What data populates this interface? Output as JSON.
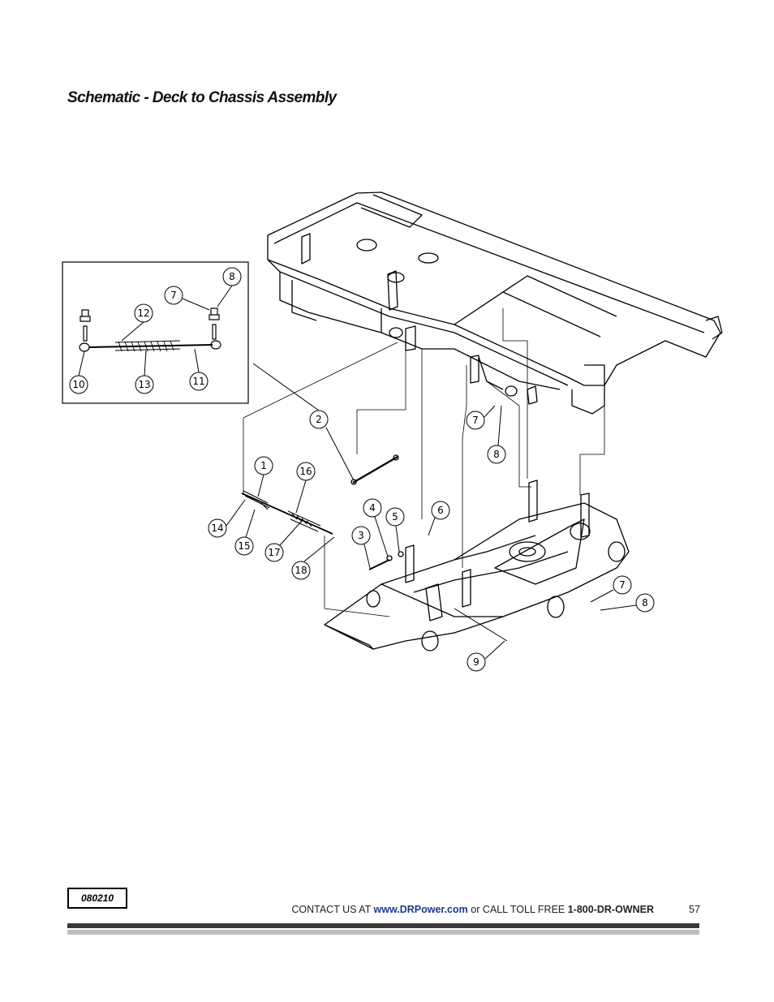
{
  "page": {
    "title": "Schematic - Deck to Chassis Assembly",
    "doc_code": "080210",
    "page_number": "57"
  },
  "footer": {
    "prefix": "CONTACT US AT ",
    "website": "www.DRPower.com",
    "middle": " or CALL TOLL FREE ",
    "phone": "1-800-DR-OWNER"
  },
  "callouts": {
    "inset": [
      "8",
      "7",
      "12",
      "10",
      "13",
      "11"
    ],
    "main": [
      "2",
      "7",
      "8",
      "1",
      "16",
      "14",
      "15",
      "17",
      "18",
      "4",
      "5",
      "6",
      "3",
      "7",
      "8",
      "9"
    ]
  }
}
